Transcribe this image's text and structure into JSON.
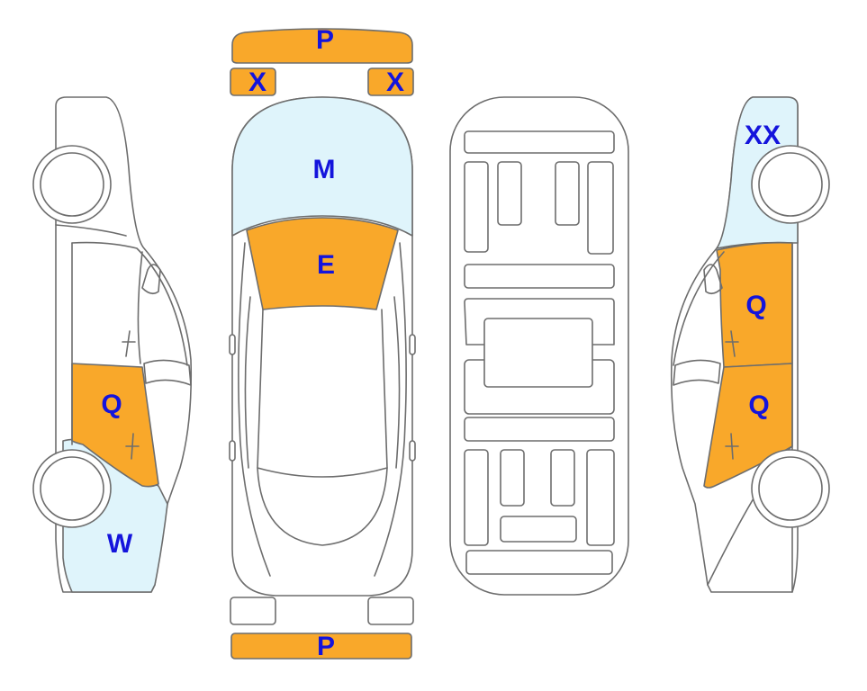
{
  "colors": {
    "damage_orange": "#f9a82a",
    "damage_blue": "#dff4fb",
    "label": "#1414dc",
    "outline": "#6d6d6d"
  },
  "codes": {
    "front_bumper": "P",
    "left_headlight": "X",
    "right_headlight": "X",
    "hood": "M",
    "windshield": "E",
    "rear_bumper": "P",
    "left_rear_door": "Q",
    "left_rear_fender": "W",
    "right_front_door": "Q",
    "right_rear_door": "Q",
    "right_front_fender": "XX"
  }
}
